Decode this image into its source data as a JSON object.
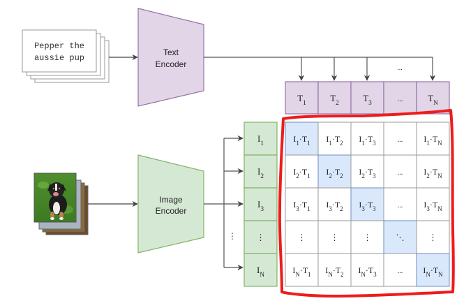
{
  "text_input": {
    "caption_line1": "Pepper the",
    "caption_line2": "aussie pup"
  },
  "image_input": {
    "description": "photo of a tri-color Australian Shepherd puppy sitting on grass"
  },
  "text_encoder": {
    "line1": "Text",
    "line2": "Encoder",
    "fill": "#e1d5e7",
    "stroke": "#9673a6"
  },
  "image_encoder": {
    "line1": "Image",
    "line2": "Encoder",
    "fill": "#d5e8d4",
    "stroke": "#82b366"
  },
  "text_embeddings": [
    {
      "base": "T",
      "sub": "1"
    },
    {
      "base": "T",
      "sub": "2"
    },
    {
      "base": "T",
      "sub": "3"
    },
    {
      "base": "...",
      "sub": ""
    },
    {
      "base": "T",
      "sub": "N"
    }
  ],
  "top_ellipsis": "...",
  "image_embeddings": [
    {
      "base": "I",
      "sub": "1"
    },
    {
      "base": "I",
      "sub": "2"
    },
    {
      "base": "I",
      "sub": "3"
    },
    {
      "base": "⋮",
      "sub": ""
    },
    {
      "base": "I",
      "sub": "N"
    }
  ],
  "side_ellipsis": "⋮",
  "matrix": {
    "rows": [
      [
        {
          "i": "1",
          "t": "1"
        },
        {
          "i": "1",
          "t": "2"
        },
        {
          "i": "1",
          "t": "3"
        },
        {
          "text": "..."
        },
        {
          "i": "1",
          "t": "N"
        }
      ],
      [
        {
          "i": "2",
          "t": "1"
        },
        {
          "i": "2",
          "t": "2"
        },
        {
          "i": "2",
          "t": "3"
        },
        {
          "text": "..."
        },
        {
          "i": "2",
          "t": "N"
        }
      ],
      [
        {
          "i": "3",
          "t": "1"
        },
        {
          "i": "3",
          "t": "2"
        },
        {
          "i": "3",
          "t": "3"
        },
        {
          "text": "..."
        },
        {
          "i": "3",
          "t": "N"
        }
      ],
      [
        {
          "text": "⋮"
        },
        {
          "text": "⋮"
        },
        {
          "text": "⋮"
        },
        {
          "text": "⋱"
        },
        {
          "text": "⋮"
        }
      ],
      [
        {
          "i": "N",
          "t": "1"
        },
        {
          "i": "N",
          "t": "2"
        },
        {
          "i": "N",
          "t": "3"
        },
        {
          "text": "..."
        },
        {
          "i": "N",
          "t": "N"
        }
      ]
    ],
    "diagonal_fill": "#dae8fc",
    "diagonal_stroke": "#6c8ebf",
    "highlight_color": "#ff0000"
  }
}
